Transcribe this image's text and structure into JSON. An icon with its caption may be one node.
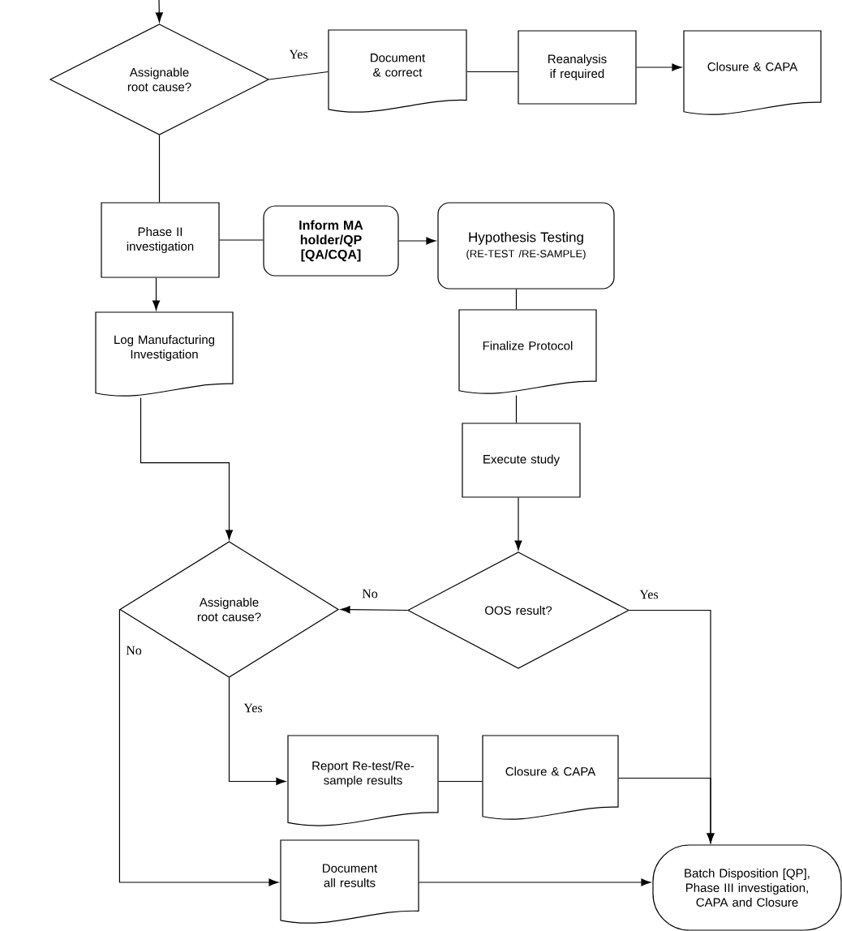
{
  "diagram": {
    "nodes": [
      {
        "text": [
          "Assignable root cause?"
        ]
      },
      {
        "text": [
          "Document & correct"
        ]
      },
      {
        "text": [
          "Reanalysis if required"
        ]
      },
      {
        "text": [
          "Closure & CAPA"
        ]
      },
      {
        "text": [
          "Phase II investigation"
        ]
      },
      {
        "text": [
          "Inform MA holder/QP [QA/CQA]"
        ]
      },
      {
        "text": [
          "Hypothesis Testing",
          "(RE-TEST /RE-SAMPLE)"
        ]
      },
      {
        "text": [
          "Log Manufacturing Investigation"
        ]
      },
      {
        "text": [
          "Finalize Protocol"
        ]
      },
      {
        "text": [
          "Execute study"
        ]
      },
      {
        "text": [
          "Assignable root cause?"
        ]
      },
      {
        "text": [
          "OOS result?"
        ]
      },
      {
        "text": [
          "Report Re-test/Re-sample results"
        ]
      },
      {
        "text": [
          "Closure & CAPA"
        ]
      },
      {
        "text": [
          "Document all results"
        ]
      },
      {
        "text": [
          "Batch Disposition [QP], Phase III investigation, CAPA and Closure"
        ]
      }
    ],
    "edges": [
      {
        "from": null,
        "to": 0,
        "arrow": "to"
      },
      {
        "from": 0,
        "to": 1,
        "arrow": "none",
        "label": "Yes"
      },
      {
        "from": 1,
        "to": 2,
        "arrow": "none"
      },
      {
        "from": 2,
        "to": 3,
        "arrow": "to"
      },
      {
        "from": 0,
        "to": 4,
        "arrow": "none"
      },
      {
        "from": 4,
        "to": 5,
        "arrow": "none"
      },
      {
        "from": 5,
        "to": 6,
        "arrow": "to"
      },
      {
        "from": 4,
        "to": 7,
        "arrow": "to"
      },
      {
        "from": 6,
        "to": 8,
        "arrow": "none"
      },
      {
        "from": 8,
        "to": 9,
        "arrow": "none"
      },
      {
        "from": 9,
        "to": 11,
        "arrow": "to"
      },
      {
        "from": 11,
        "to": 10,
        "arrow": "to",
        "label": "No"
      },
      {
        "from": 7,
        "to": 10,
        "arrow": "to"
      },
      {
        "from": 10,
        "to": 12,
        "arrow": "to",
        "label": "Yes"
      },
      {
        "from": 12,
        "to": 13,
        "arrow": "none"
      },
      {
        "from": 13,
        "to": 15,
        "arrow": "to"
      },
      {
        "from": 11,
        "to": 15,
        "arrow": "to",
        "label": "Yes"
      },
      {
        "from": 10,
        "to": 14,
        "arrow": "to",
        "label": "No"
      },
      {
        "from": 14,
        "to": 15,
        "arrow": "to"
      }
    ]
  }
}
